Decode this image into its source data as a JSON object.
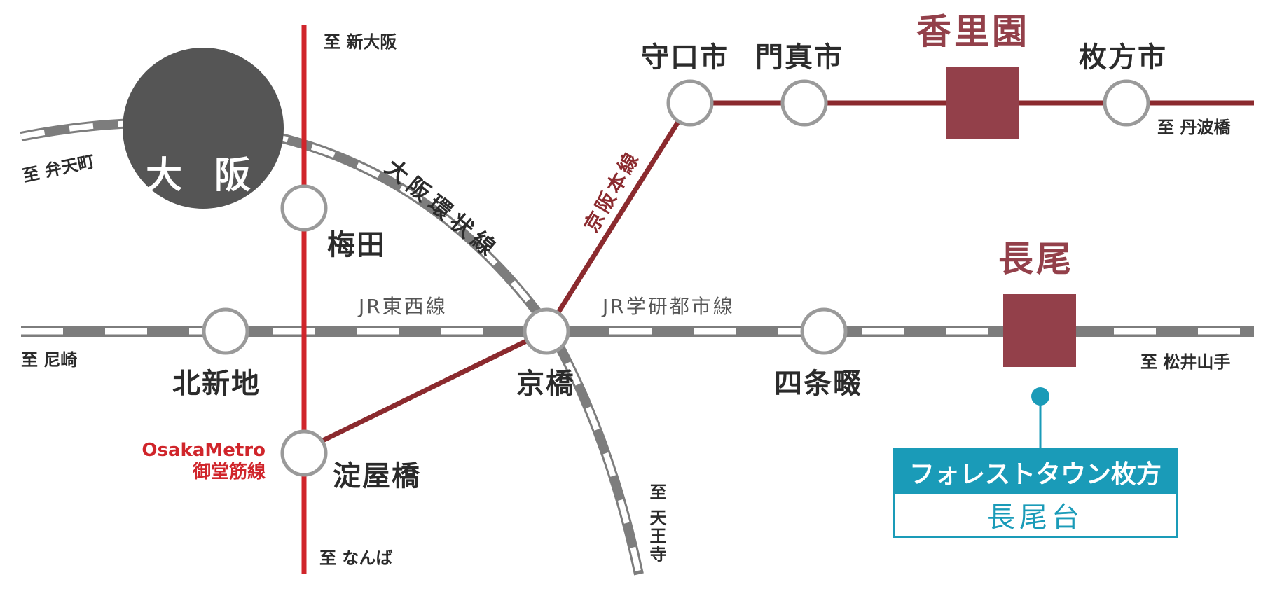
{
  "colors": {
    "keihan": "#8b2a2e",
    "midosuji": "#d0252b",
    "jr": "#7d7d7d",
    "station_marker": "#93404a",
    "osaka_circle": "#555555",
    "forest": "#1a9bb8"
  },
  "hub": {
    "label": "大 阪"
  },
  "stations": {
    "umeda": "梅田",
    "kitashinchi": "北新地",
    "kyobashi": "京橋",
    "yodoyabashi": "淀屋橋",
    "shijonawate": "四条畷",
    "moriguchi": "守口市",
    "kadoma": "門真市",
    "korien": "香里園",
    "hirakata": "枚方市",
    "nagao": "長尾"
  },
  "directions": {
    "shin_osaka": "至 新大阪",
    "bentencho": "至 弁天町",
    "amagasaki": "至 尼崎",
    "namba": "至 なんば",
    "tennoji": "至 天王寺",
    "tambabashi": "至 丹波橋",
    "matsuiyamate": "至 松井山手"
  },
  "lines": {
    "loop": "大阪環状線",
    "keihan": "京阪本線",
    "jr_tozai": "JR東西線",
    "jr_gakken": "JR学研都市線",
    "metro_name": "OsakaMetro",
    "metro_line": "御堂筋線"
  },
  "property": {
    "name": "フォレストタウン枚方",
    "area": "長尾台"
  }
}
